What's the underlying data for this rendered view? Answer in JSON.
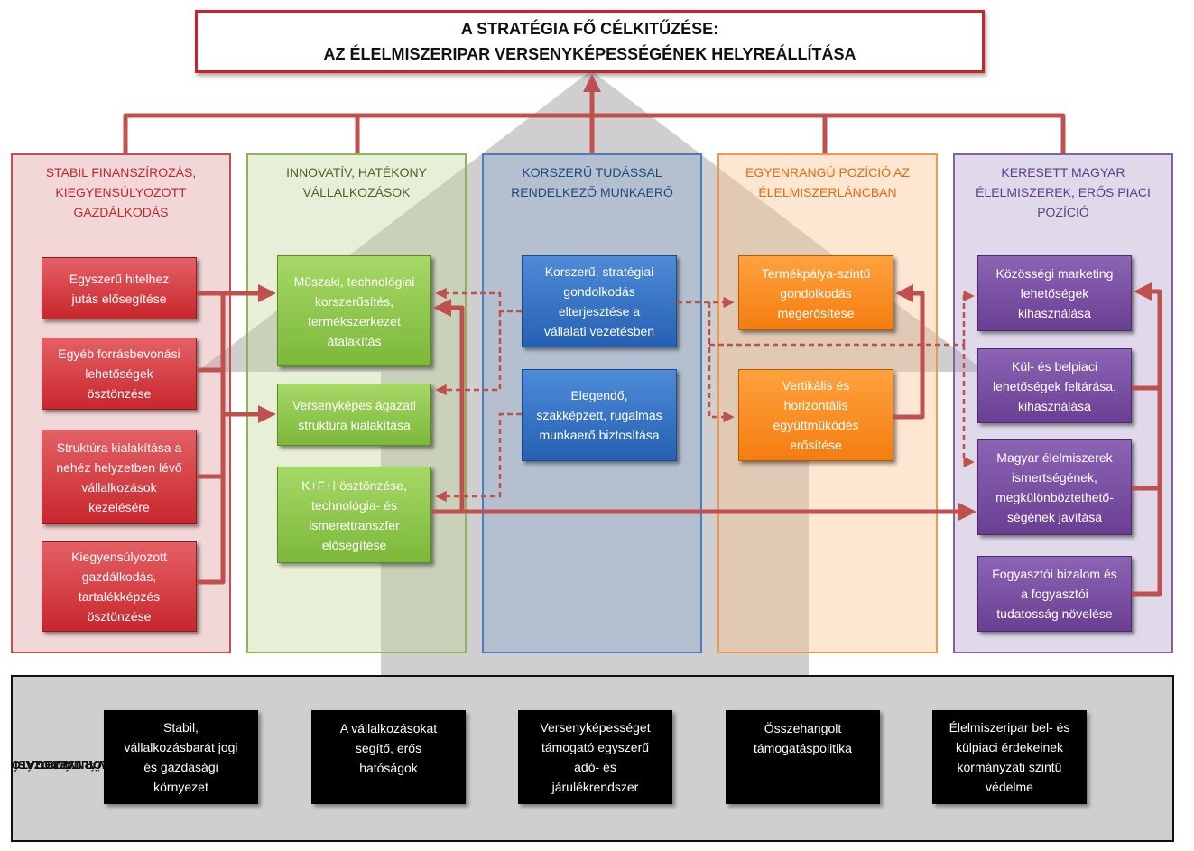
{
  "title": {
    "line1": "A STRATÉGIA FŐ CÉLKITŰZÉSE:",
    "line2": "AZ ÉLELMISZERIPAR VERSENYKÉPESSÉGÉNEK HELYREÁLLÍTÁSA"
  },
  "columns": [
    {
      "heading": [
        "STABIL FINANSZÍROZÁS,",
        "KIEGYENSÚLYOZOTT",
        "GAZDÁLKODÁS"
      ],
      "color": "#c0272d",
      "boxes": [
        [
          "Egyszerű hitelhez",
          "jutás elősegítése"
        ],
        [
          "Egyéb forrásbevonási",
          "lehetőségek",
          "ösztönzése"
        ],
        [
          "Struktúra  kialakítása a",
          "nehéz helyzetben lévő",
          "vállalkozások",
          "kezelésére"
        ],
        [
          "Kiegyensúlyozott",
          "gazdálkodás,",
          "tartalékképzés",
          "ösztönzése"
        ]
      ]
    },
    {
      "heading": [
        "INNOVATÍV, HATÉKONY",
        "VÁLLALKOZÁSOK"
      ],
      "color": "#4f6228",
      "boxes": [
        [
          "Műszaki, technológiai",
          "korszerűsítés,",
          "termékszerkezet",
          "átalakítás"
        ],
        [
          "Versenyképes ágazati",
          "struktúra kialakítása"
        ],
        [
          "K+F+I ösztönzése,",
          "technológia- és",
          "ismerettranszfer",
          "elősegítése"
        ]
      ]
    },
    {
      "heading": [
        "KORSZERŰ TUDÁSSAL",
        "RENDELKEZŐ MUNKAERŐ"
      ],
      "color": "#1f497d",
      "boxes": [
        [
          "Korszerű, stratégiai",
          "gondolkodás",
          "elterjesztése a",
          "vállalati vezetésben"
        ],
        [
          "Elegendő,",
          "szakképzett, rugalmas",
          "munkaerő biztosítása"
        ]
      ]
    },
    {
      "heading": [
        "EGYENRANGÚ POZÍCIÓ AZ",
        "ÉLELMISZERLÁNCBAN"
      ],
      "color": "#e36c09",
      "boxes": [
        [
          "Termékpálya-szintű",
          "gondolkodás",
          "megerősítése"
        ],
        [
          "Vertikális és",
          "horizontális",
          "együttműködés",
          "erősítése"
        ]
      ]
    },
    {
      "heading": [
        "KERESETT MAGYAR",
        "ÉLELMISZEREK, ERŐS PIACI",
        "POZÍCIÓ"
      ],
      "color": "#5f3c8a",
      "boxes": [
        [
          "Közösségi marketing",
          "lehetőségek",
          "kihasználása"
        ],
        [
          "Kül- és belpiaci",
          "lehetőségek feltárása,",
          "kihasználása"
        ],
        [
          "Magyar élelmiszerek",
          "ismertségének,",
          "megkülönböztethető-",
          "ségének javítása"
        ],
        [
          "Fogyasztói bizalom és",
          "a fogyasztói",
          "tudatosság növelése"
        ]
      ]
    }
  ],
  "support": {
    "label": [
      "TÁMOGATÓ",
      "VÁLLALKOZÁSI",
      "KÖRNYEZET"
    ],
    "boxes": [
      [
        "Stabil,",
        "vállalkozásbarát jogi",
        "és gazdasági",
        "környezet"
      ],
      [
        "A vállalkozásokat",
        "segítő, erős",
        "hatóságok"
      ],
      [
        "Versenyképességet",
        "támogató egyszerű",
        "adó- és",
        "járulékrendszer"
      ],
      [
        "Összehangolt",
        "támogatáspolitika"
      ],
      [
        "Élelmiszeripar bel- és",
        "külpiaci érdekeinek",
        "kormányzati  szintű",
        "védelme"
      ]
    ]
  },
  "colors": {
    "arrow": "#c0504d",
    "house_arrow": "#bfbfbf"
  }
}
